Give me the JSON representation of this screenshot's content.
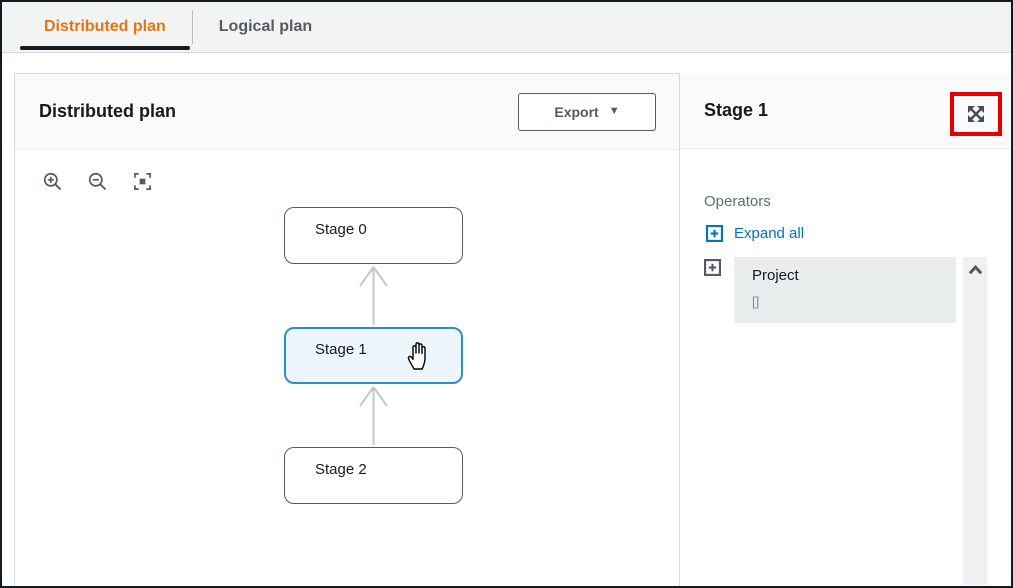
{
  "tabs": [
    {
      "label": "Distributed plan",
      "active": true
    },
    {
      "label": "Logical plan",
      "active": false
    }
  ],
  "main_panel": {
    "title": "Distributed plan",
    "export_button": {
      "label": "Export"
    },
    "toolbar_icons": [
      "zoom-in",
      "zoom-out",
      "fit-to-screen"
    ]
  },
  "graph": {
    "stages": [
      {
        "label": "Stage 0",
        "selected": false
      },
      {
        "label": "Stage 1",
        "selected": true
      },
      {
        "label": "Stage 2",
        "selected": false
      }
    ],
    "edges": [
      {
        "from": "Stage 1",
        "to": "Stage 0"
      },
      {
        "from": "Stage 2",
        "to": "Stage 1"
      }
    ]
  },
  "detail_panel": {
    "title": "Stage 1",
    "operators_label": "Operators",
    "expand_all_label": "Expand all",
    "operators": [
      {
        "name": "Project",
        "detail": "[]"
      }
    ]
  },
  "icons": {
    "export_caret": "▼"
  },
  "colors": {
    "active_tab_orange": "#ec7211",
    "link_blue": "#0073bb",
    "selected_node_border": "#2e8fc7",
    "selected_node_bg": "#edf6fc",
    "annotation_red": "#e80000",
    "icon_gray": "#414d5c",
    "tab_bar_bg": "#f2f3f3",
    "panel_header_bg": "#fafafa",
    "operator_card_bg": "#e9eded"
  }
}
